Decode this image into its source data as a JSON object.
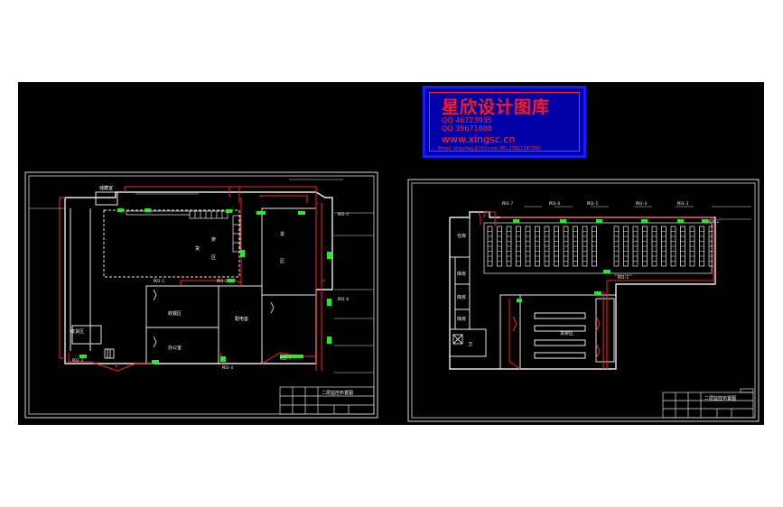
{
  "watermark": {
    "title": "星欣设计图库",
    "qq1": "QQ 46723935",
    "qq2": "QQ 39671888",
    "site": "www.xingsc.cn",
    "email": "Email: xingsheji@163.com  TEL:13611347890"
  },
  "sheet1": {
    "title_block": "二层监控布置图",
    "rooms": [
      "储藏室",
      "货",
      "架",
      "区",
      "收银区",
      "收货区",
      "货",
      "区",
      "配电室",
      "办公室"
    ],
    "cabinets": [
      "PD3-1",
      "PD3-2",
      "PD3-3",
      "PD3-4",
      "PD3-5",
      "PD3-6",
      "PD3-7"
    ]
  },
  "sheet2": {
    "title_block": "二层监控布置图",
    "cabinets": [
      "PD3-7",
      "PD3-6",
      "PD3-5",
      "PD3-4",
      "PD3-3",
      "PD3-2",
      "PD3-1"
    ],
    "rooms": [
      "货架区",
      "库房",
      "库房",
      "库房",
      "卫",
      "仓库"
    ]
  }
}
